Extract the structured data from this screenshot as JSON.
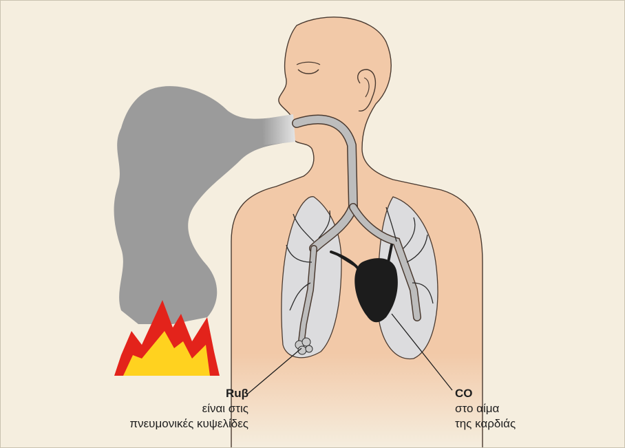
{
  "colors": {
    "background": "#f5eedf",
    "skin": "#f2c9a8",
    "lung": "#dcdcde",
    "smoke": "#9b9b9b",
    "heart": "#1c1c1c",
    "flame_outer": "#e3231b",
    "flame_inner": "#ffd21f"
  },
  "icons": [
    "smoke-plume-icon",
    "fire-icon",
    "human-torso-icon",
    "lungs-icon",
    "heart-icon"
  ],
  "labels": {
    "rub": {
      "title": "Ruβ",
      "lines": [
        "είναι στις",
        "πνευμονικές κυψελίδες"
      ]
    },
    "co": {
      "title": "CO",
      "lines": [
        "στο αίμα",
        "της καρδιάς"
      ]
    }
  }
}
